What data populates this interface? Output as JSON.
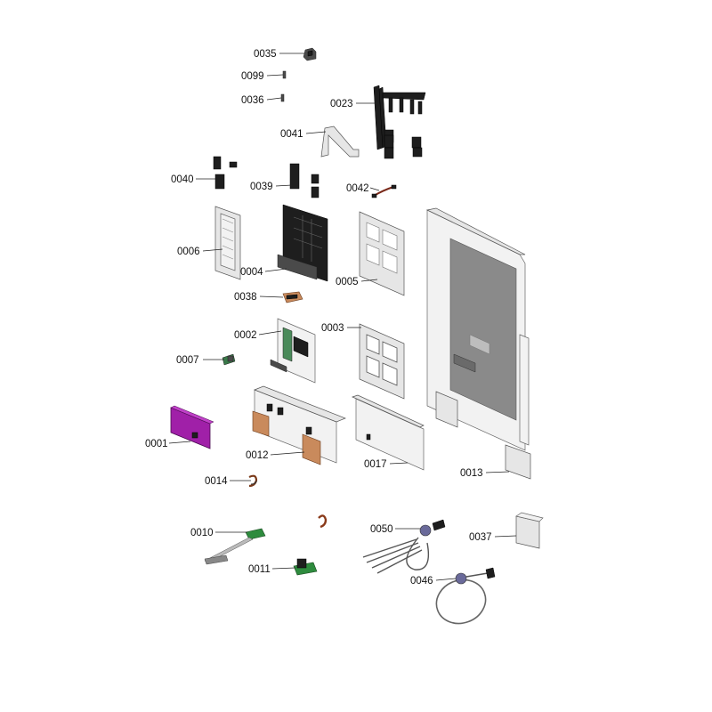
{
  "labels": {
    "p0035": "0035",
    "p0099": "0099",
    "p0036": "0036",
    "p0023": "0023",
    "p0041": "0041",
    "p0040": "0040",
    "p0039": "0039",
    "p0042": "0042",
    "p0006": "0006",
    "p0004": "0004",
    "p0005": "0005",
    "p0038": "0038",
    "p0002": "0002",
    "p0003": "0003",
    "p0007": "0007",
    "p0001": "0001",
    "p0012": "0012",
    "p0017": "0017",
    "p0013": "0013",
    "p0014": "0014",
    "p0010": "0010",
    "p0011": "0011",
    "p0050": "0050",
    "p0037": "0037",
    "p0046": "0046"
  },
  "colors": {
    "part_0001": "#a020a8",
    "copper": "#c98a5c",
    "pcb_green": "#2e8b3e",
    "cable_purple": "#6a6a9a"
  }
}
